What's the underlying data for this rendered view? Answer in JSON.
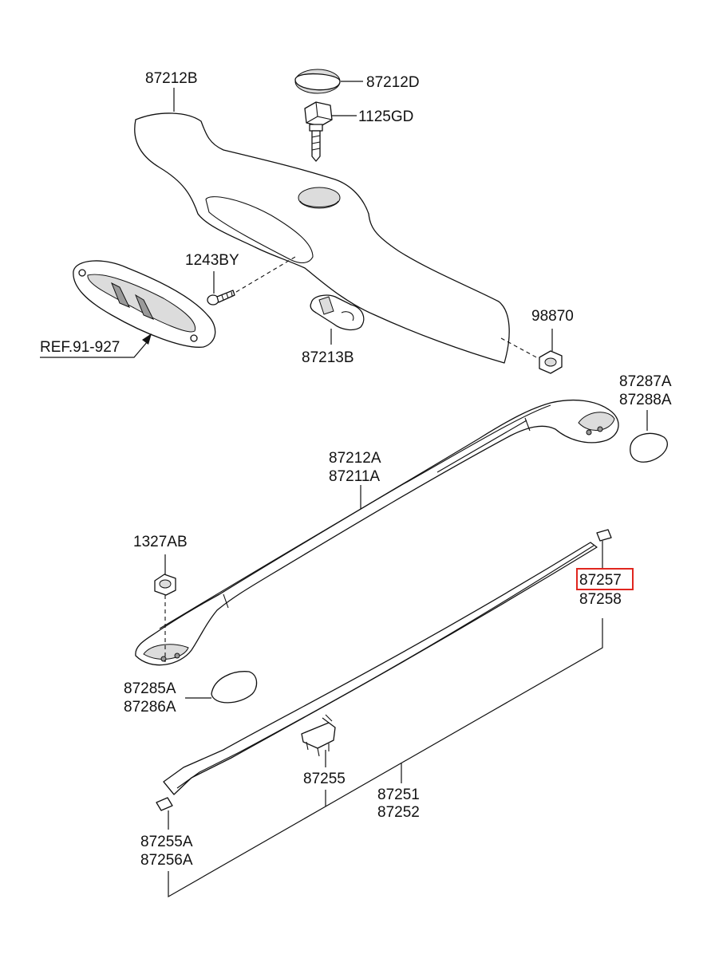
{
  "labels": {
    "p87212B": "87212B",
    "p87212D": "87212D",
    "p1125GD": "1125GD",
    "p1243BY": "1243BY",
    "ref91927": "REF.91-927",
    "p87213B": "87213B",
    "p98870": "98870",
    "p87287A": "87287A",
    "p87288A": "87288A",
    "p87212A": "87212A",
    "p87211A": "87211A",
    "p1327AB": "1327AB",
    "p87257": "87257",
    "p87258": "87258",
    "p87285A": "87285A",
    "p87286A": "87286A",
    "p87255": "87255",
    "p87251": "87251",
    "p87252": "87252",
    "p87255A": "87255A",
    "p87256A": "87256A"
  },
  "highlight": {
    "part": "87257",
    "color": "#e0261f"
  }
}
